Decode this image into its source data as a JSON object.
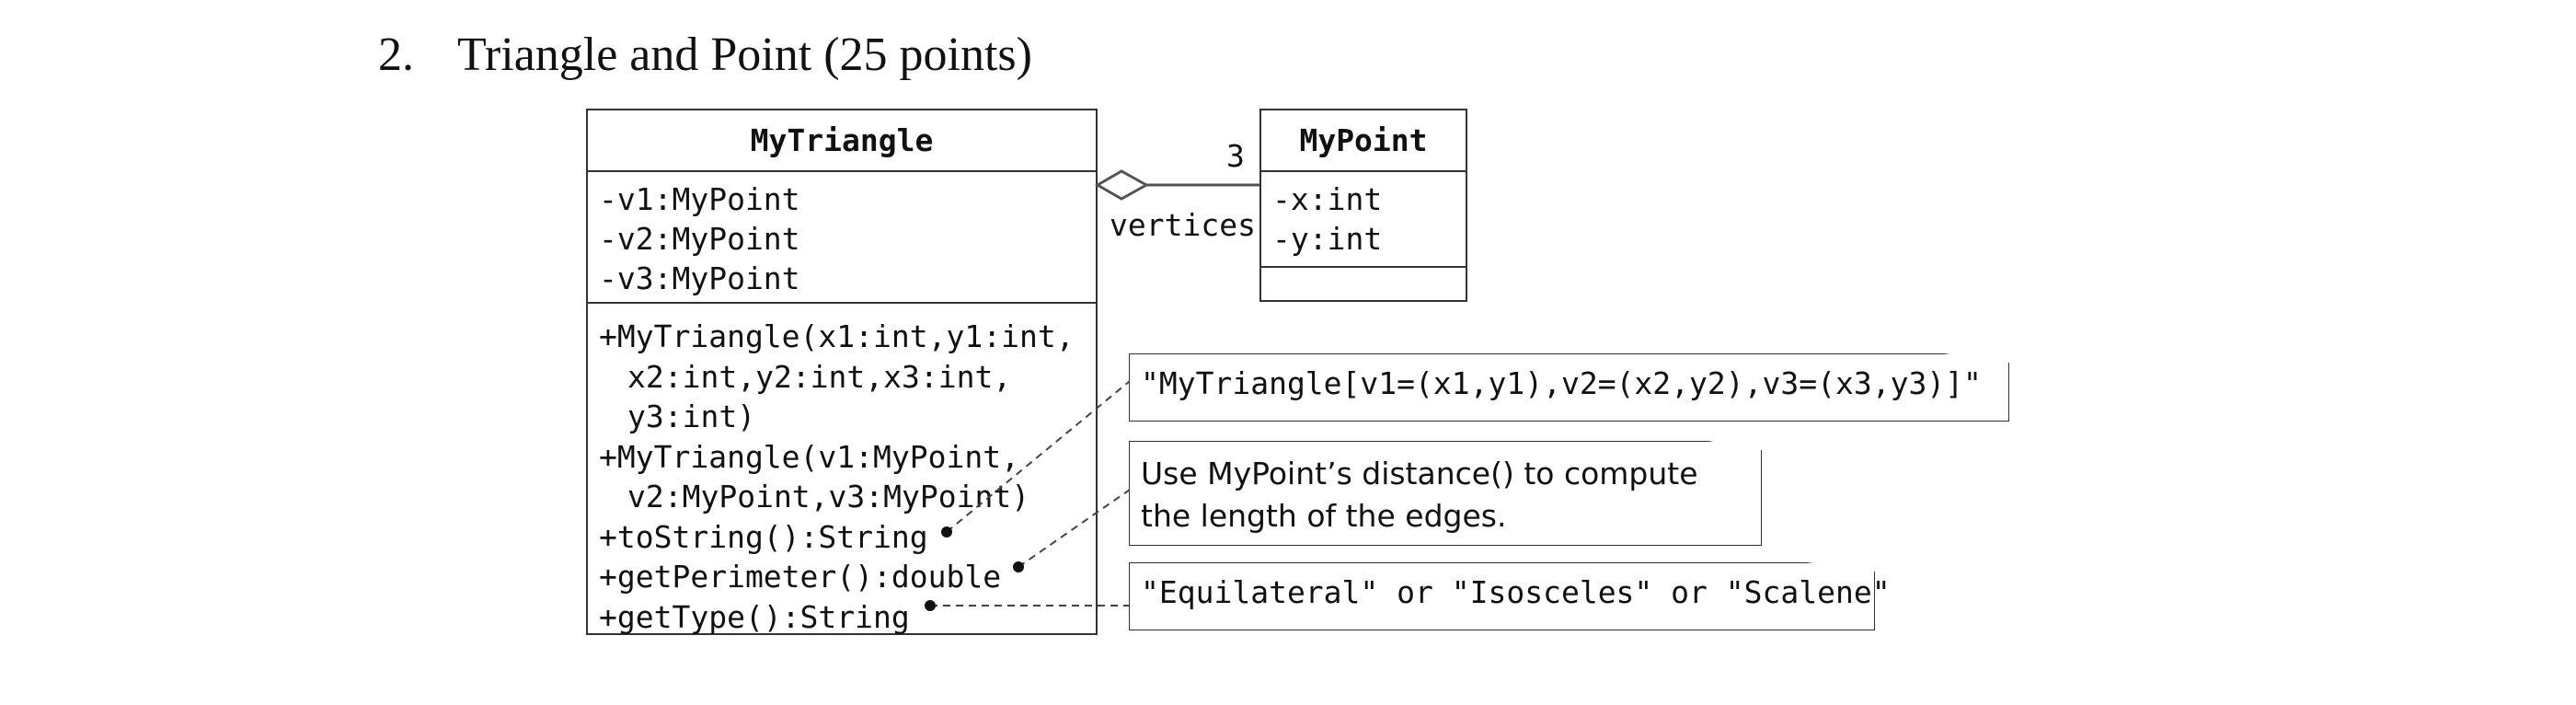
{
  "heading": {
    "number": "2.",
    "title": "Triangle and Point (25 points)"
  },
  "my_triangle": {
    "name": "MyTriangle",
    "attributes": [
      "-v1:MyPoint",
      "-v2:MyPoint",
      "-v3:MyPoint"
    ],
    "operations": [
      "+MyTriangle(x1:int,y1:int,",
      "x2:int,y2:int,x3:int,",
      "y3:int)",
      "+MyTriangle(v1:MyPoint,",
      "v2:MyPoint,v3:MyPoint)",
      "+toString():String",
      "+getPerimeter():double",
      "+getType():String"
    ]
  },
  "my_point": {
    "name": "MyPoint",
    "attributes": [
      "-x:int",
      "-y:int"
    ]
  },
  "association": {
    "multiplicity": "3",
    "role": "vertices"
  },
  "notes": {
    "tostring": "\"MyTriangle[v1=(x1,y1),v2=(x2,y2),v3=(x3,y3)]\"",
    "perimeter_line1": "Use MyPoint’s distance() to compute",
    "perimeter_line2": "the length of the edges.",
    "type": "\"Equilateral\" or \"Isosceles\" or \"Scalene\""
  },
  "colors": {
    "stroke": "#333333",
    "text": "#111111",
    "background": "#ffffff"
  }
}
